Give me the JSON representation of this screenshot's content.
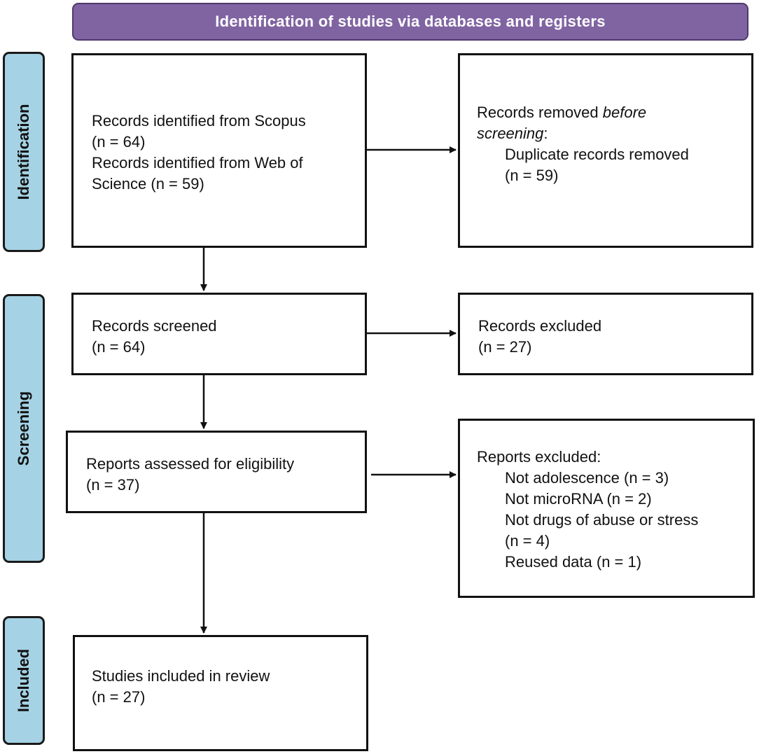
{
  "header": {
    "title": "Identification of studies via databases and registers"
  },
  "phases": {
    "identification": "Identification",
    "screening": "Screening",
    "included": "Included"
  },
  "boxes": {
    "identified": {
      "line1": "Records identified from Scopus",
      "line2": "(n = 64)",
      "line3": "Records identified from Web of",
      "line4": "Science (n = 59)"
    },
    "removed": {
      "line1_prefix": "Records removed ",
      "line1_italic": "before",
      "line2_italic": "screening",
      "line2_suffix": ":",
      "line3": "Duplicate records removed",
      "line4": "(n = 59)"
    },
    "screened": {
      "line1": "Records screened",
      "line2": "(n = 64)"
    },
    "excluded": {
      "line1": "Records excluded",
      "line2": "(n = 27)"
    },
    "eligibility": {
      "line1": "Reports assessed for eligibility",
      "line2": "(n = 37)"
    },
    "reports_excluded": {
      "line1": "Reports excluded:",
      "line2": "Not adolescence (n = 3)",
      "line3": "Not microRNA (n = 2)",
      "line4": "Not drugs of abuse or stress",
      "line5": "(n = 4)",
      "line6": "Reused data (n = 1)"
    },
    "included": {
      "line1": "Studies included in review",
      "line2": "(n = 27)"
    }
  },
  "colors": {
    "header_fill": "#8064a2",
    "phase_fill": "#a5d2e4",
    "border": "#111111"
  }
}
